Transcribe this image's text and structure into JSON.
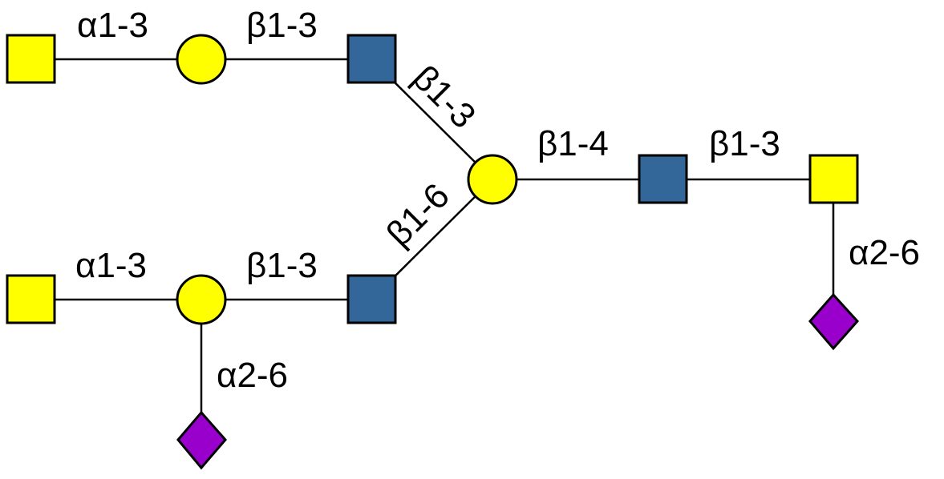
{
  "title": "Glycan structure",
  "colors": {
    "galnac": "#FFFF00",
    "gal": "#FFFF00",
    "glcnac": "#336699",
    "neuac": "#9900CC",
    "line": "#000000"
  },
  "nodes": [
    {
      "id": "n1",
      "shape": "square",
      "residue": "galnac"
    },
    {
      "id": "n2",
      "shape": "circle",
      "residue": "gal"
    },
    {
      "id": "n3",
      "shape": "square",
      "residue": "glcnac"
    },
    {
      "id": "n4",
      "shape": "circle",
      "residue": "gal"
    },
    {
      "id": "n5",
      "shape": "square",
      "residue": "glcnac"
    },
    {
      "id": "n6",
      "shape": "square",
      "residue": "galnac"
    },
    {
      "id": "n7",
      "shape": "diamond",
      "residue": "neuac"
    },
    {
      "id": "n8",
      "shape": "square",
      "residue": "galnac"
    },
    {
      "id": "n9",
      "shape": "circle",
      "residue": "gal"
    },
    {
      "id": "n10",
      "shape": "square",
      "residue": "glcnac"
    },
    {
      "id": "n11",
      "shape": "diamond",
      "residue": "neuac"
    }
  ],
  "linkages": {
    "top_a13": "α1-3",
    "top_b13": "β1-3",
    "branch_b13": "β1-3",
    "main_b14": "β1-4",
    "main_b13": "β1-3",
    "right_a26": "α2-6",
    "branch_b16": "β1-6",
    "bottom_a13": "α1-3",
    "bottom_b13": "β1-3",
    "bottom_a26": "α2-6"
  }
}
